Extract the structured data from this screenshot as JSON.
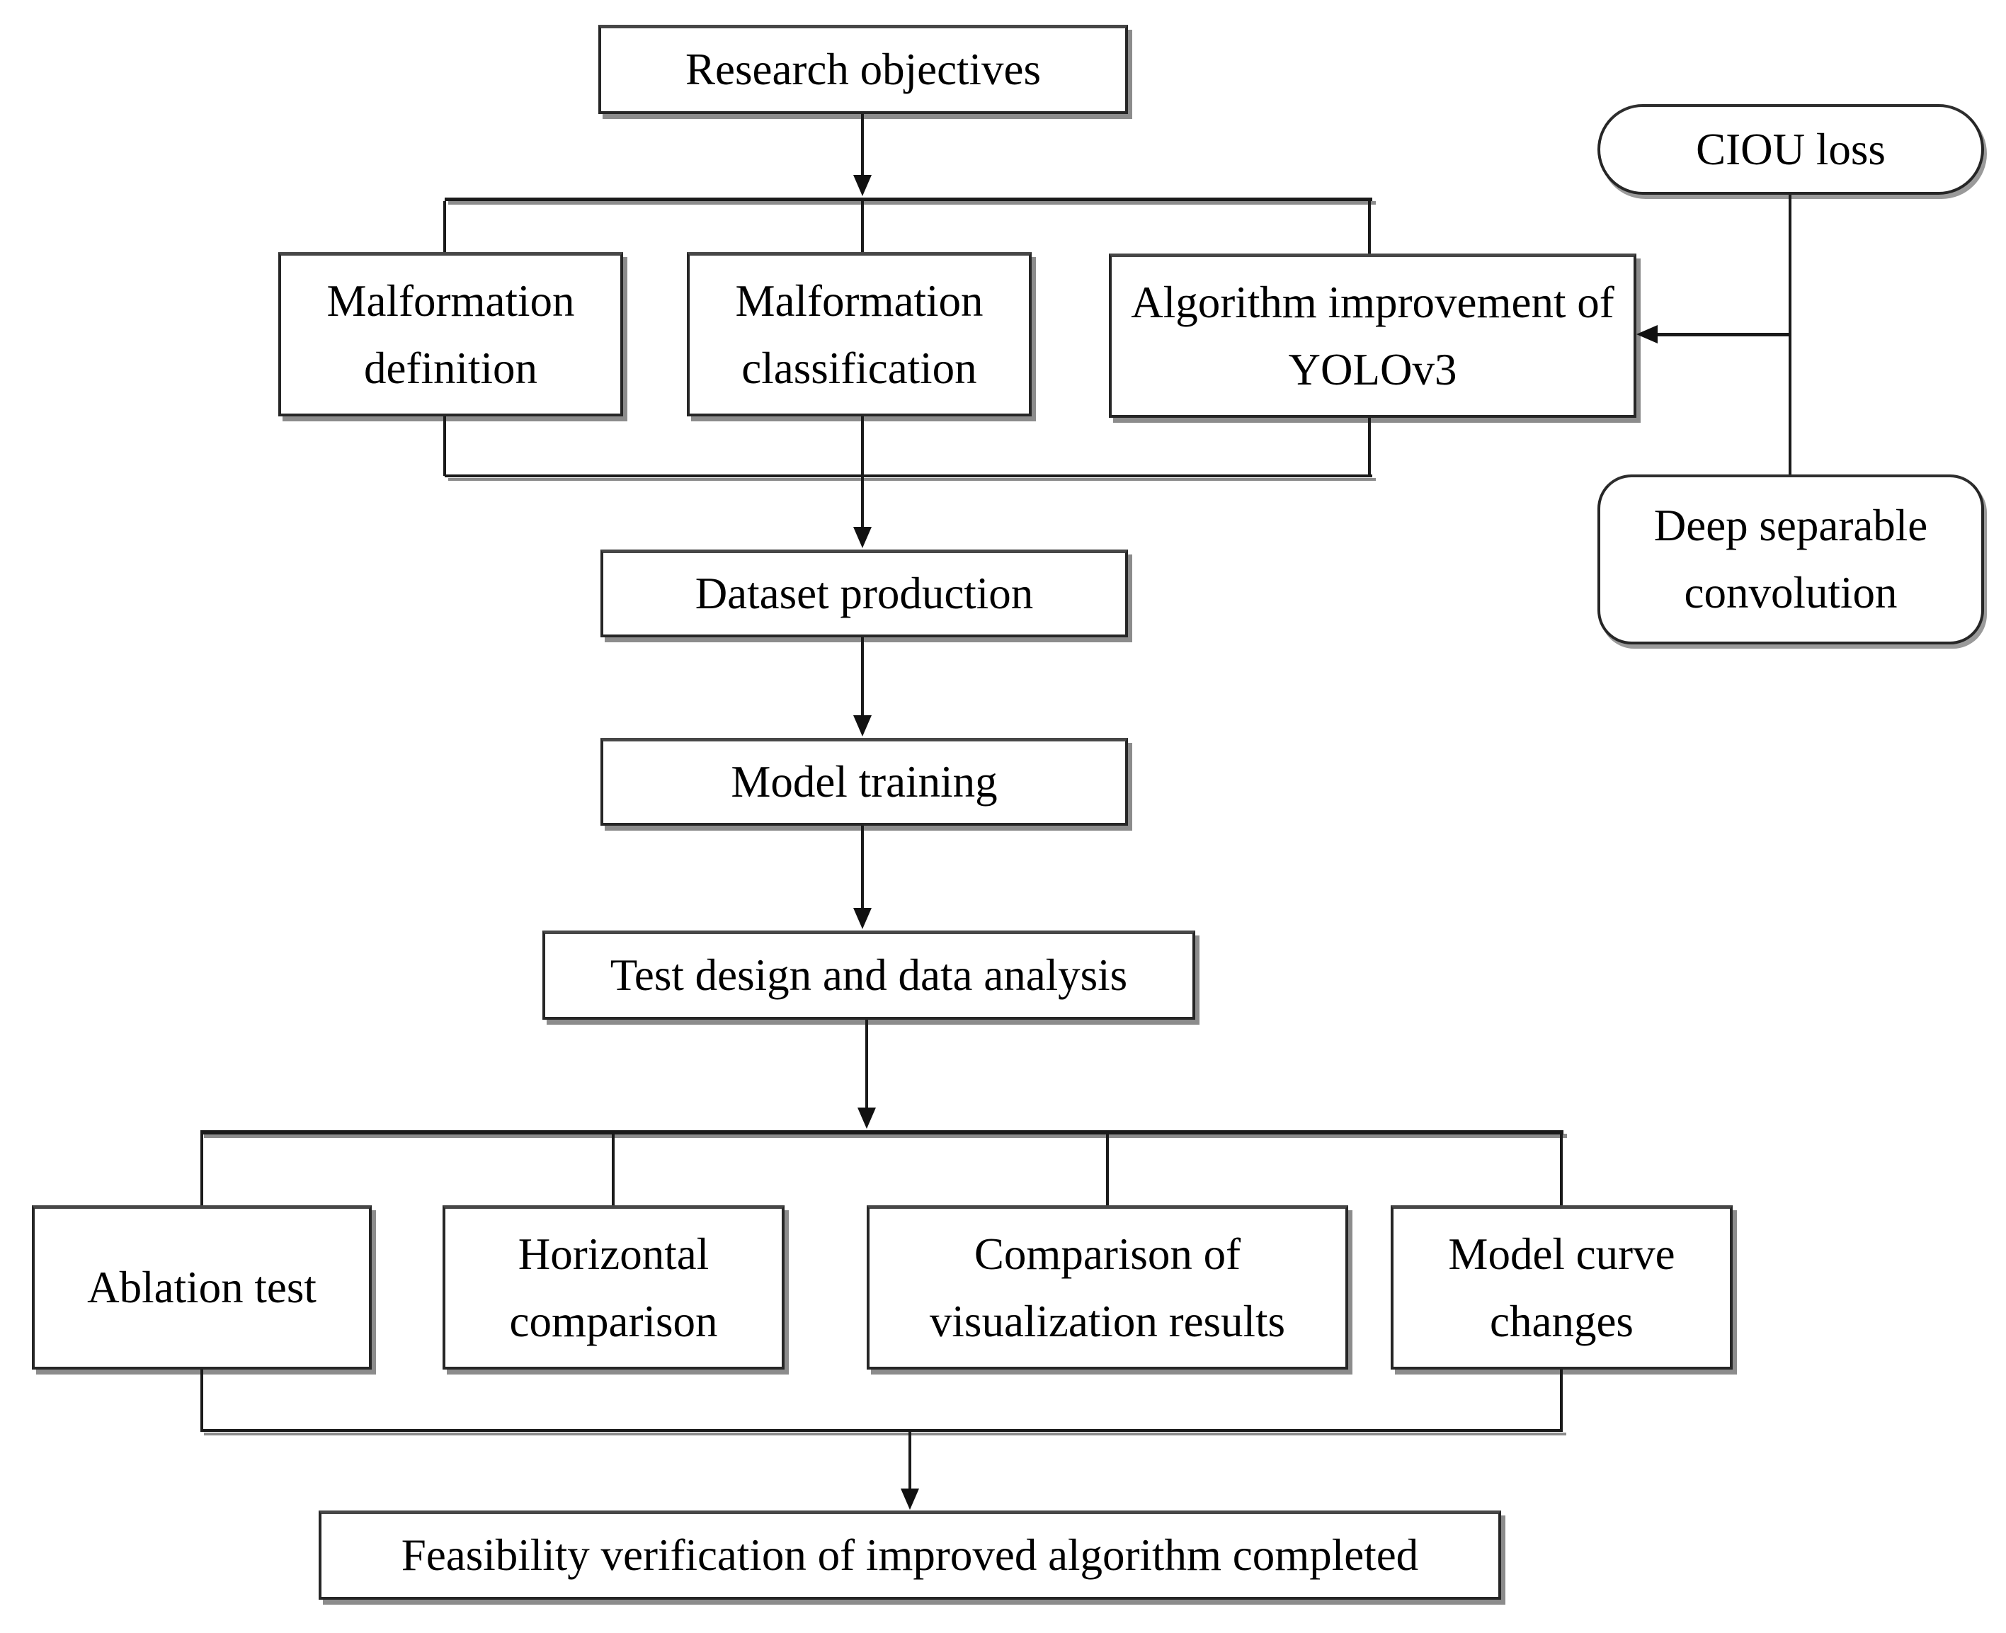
{
  "nodes": {
    "research_objectives": {
      "label": "Research objectives"
    },
    "malformation_definition": {
      "label": "Malformation definition"
    },
    "malformation_classification": {
      "label": "Malformation classification"
    },
    "algorithm_improvement": {
      "label": "Algorithm improvement of YOLOv3"
    },
    "ciou_loss": {
      "label": "CIOU loss"
    },
    "deep_separable_convolution": {
      "label": "Deep separable convolution"
    },
    "dataset_production": {
      "label": "Dataset production"
    },
    "model_training": {
      "label": "Model training"
    },
    "test_design": {
      "label": "Test design and data analysis"
    },
    "ablation_test": {
      "label": "Ablation test"
    },
    "horizontal_comparison": {
      "label": "Horizontal comparison"
    },
    "comparison_visualization": {
      "label": "Comparison of visualization results"
    },
    "model_curve_changes": {
      "label": "Model curve changes"
    },
    "feasibility_verification": {
      "label": "Feasibility verification of improved algorithm completed"
    }
  },
  "colors": {
    "line": "#1a1a1a",
    "box_border": "#262626",
    "shadow": "#8c8c8c",
    "background": "#ffffff",
    "text": "#000000"
  }
}
